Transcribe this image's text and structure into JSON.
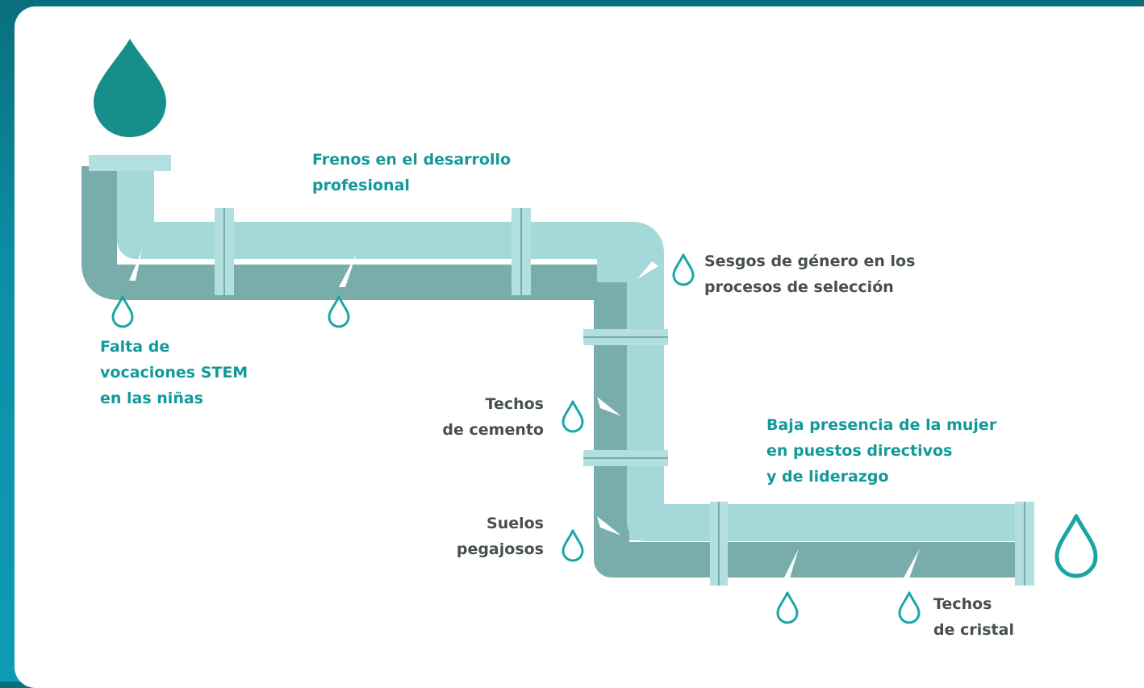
{
  "colors": {
    "background": "#0b8fa6",
    "card": "#ffffff",
    "pipe_light": "#a5d8d8",
    "pipe_dark": "#78adab",
    "flange": "#b3e0df",
    "drop_fill": "#168f8a",
    "drop_outline": "#19a7a5",
    "label_teal": "#13999a",
    "label_dark": "#474f52"
  },
  "icons": {
    "source_drop": "water-drop-filled-icon",
    "leak_drop": "water-drop-outline-icon",
    "output_drop": "water-drop-outline-icon"
  },
  "labels": {
    "falta": [
      "Falta de",
      "vocaciones STEM",
      "en las niñas"
    ],
    "frenos": [
      "Frenos en el desarrollo",
      "profesional"
    ],
    "sesgos": [
      "Sesgos de género en los",
      "procesos de selección"
    ],
    "techos_cemento": [
      "Techos",
      "de cemento"
    ],
    "suelos": [
      "Suelos",
      "pegajosos"
    ],
    "baja": [
      "Baja presencia de la mujer",
      "en puestos directivos",
      "y de liderazgo"
    ],
    "techos_cristal": [
      "Techos",
      "de cristal"
    ]
  }
}
